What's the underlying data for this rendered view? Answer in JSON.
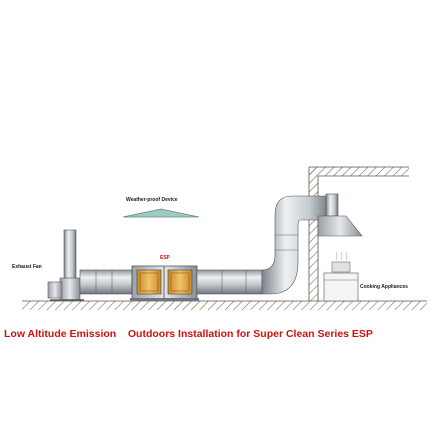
{
  "labels": {
    "weatherproof": "Weather-proof Device",
    "esp": "ESP",
    "exhaust_fan": "Exhaust Fan",
    "cooking": "Cooking Appliances"
  },
  "caption": {
    "left": "Low Altitude Emission",
    "right": "Outdoors Installation for Super Clean Series ESP"
  },
  "colors": {
    "label_red": "#cc1111",
    "duct_light": "#e8ebee",
    "duct_mid": "#b9bec4",
    "duct_dark": "#7d848b",
    "esp_orange": "#e0a23a",
    "weatherproof_teal": "#9fc8c0",
    "hatch": "#8a6a4a"
  }
}
